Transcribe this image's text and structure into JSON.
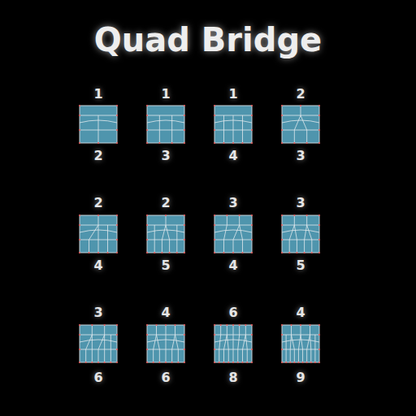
{
  "diagram": {
    "title": "Quad Bridge",
    "labels": [
      "1",
      "1",
      "1",
      "2",
      "2",
      "3",
      "4",
      "3",
      "2",
      "2",
      "3",
      "3",
      "4",
      "5",
      "4",
      "5",
      "3",
      "4",
      "6",
      "4",
      "6",
      "6",
      "8",
      "9"
    ]
  }
}
